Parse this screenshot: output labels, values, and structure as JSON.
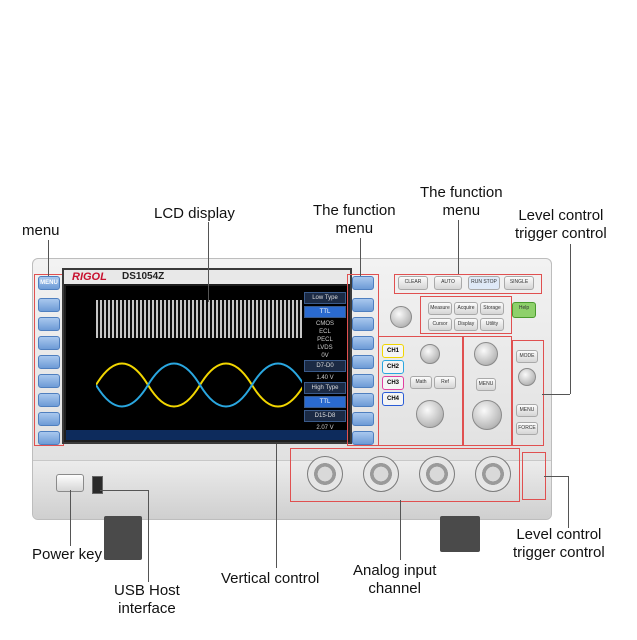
{
  "callouts": {
    "menu": "menu",
    "lcd_display": "LCD display",
    "function_menu_1": "The function\nmenu",
    "function_menu_2": "The function\nmenu",
    "level_trigger_top": "Level control\ntrigger control",
    "level_trigger_bottom": "Level control\ntrigger control",
    "power_key": "Power key",
    "usb_host": "USB Host\ninterface",
    "vertical_control": "Vertical control",
    "analog_input": "Analog input\nchannel"
  },
  "device": {
    "brand": "RIGOL",
    "model": "DS1054Z"
  },
  "menu_buttons": [
    "MENU"
  ],
  "screen": {
    "side_panel": [
      {
        "text": "Low Type",
        "selected": false
      },
      {
        "text": "TTL",
        "selected": true
      },
      {
        "text": "CMOS",
        "selected": false
      },
      {
        "text": "ECL",
        "selected": false
      },
      {
        "text": "PECL",
        "selected": false
      },
      {
        "text": "LVDS",
        "selected": false
      },
      {
        "text": "0V",
        "selected": false
      },
      {
        "text": "D7-D0",
        "selected": false
      },
      {
        "text": "1.40 V",
        "selected": false
      },
      {
        "text": "High Type",
        "selected": false
      },
      {
        "text": "TTL",
        "selected": true
      },
      {
        "text": "D15-D8",
        "selected": false
      },
      {
        "text": "2.07 V",
        "selected": false
      }
    ]
  },
  "panel_buttons": {
    "clear": "CLEAR",
    "auto": "AUTO",
    "run_stop": "RUN STOP",
    "single": "SINGLE",
    "measure": "Measure",
    "acquire": "Acquire",
    "storage": "Storage",
    "cursor": "Cursor",
    "display": "Display",
    "utility": "Utility",
    "help": "Help",
    "ch1": "CH1",
    "ch2": "CH2",
    "ch3": "CH3",
    "ch4": "CH4",
    "math": "Math",
    "ref": "Ref",
    "menu": "MENU",
    "mode": "MODE",
    "force": "FORCE"
  },
  "colors": {
    "ch1": "#f2d600",
    "ch2": "#2aa7e0",
    "ch3": "#e040a0",
    "ch4": "#2a5cd6",
    "callout_frame": "#e05050",
    "menu_button": "#6e9bd6"
  }
}
